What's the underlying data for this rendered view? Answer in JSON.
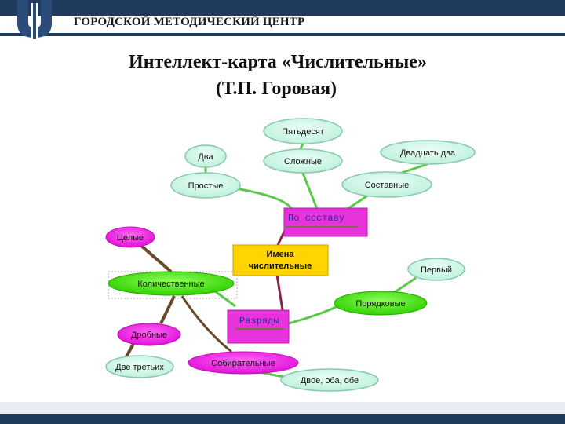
{
  "header": {
    "org": "ГОРОДСКОЙ МЕТОДИЧЕСКИЙ ЦЕНТР"
  },
  "title": {
    "line1": "Интеллект-карта «Числительные»",
    "line2": "(Т.П. Горовая)"
  },
  "mindmap": {
    "center": "Имена числительные",
    "center_line1": "Имена",
    "center_line2": "числительные",
    "by_composition": "По составу",
    "categories": "Разряды",
    "fifty": "Пятьдесят",
    "compound": "Сложные",
    "two": "Два",
    "twenty_two": "Двадцать два",
    "simple": "Простые",
    "composite": "Составные",
    "whole": "Целые",
    "cardinal": "Количественные",
    "first": "Первый",
    "ordinal": "Порядковые",
    "fractional": "Дробные",
    "two_thirds": "Две третьих",
    "collective": "Собирательные",
    "both_examples": "Двое, оба, обе"
  },
  "colors": {
    "bubble_fill": "#cdf6e6",
    "bubble_stroke": "#8ac7b0",
    "green_fill": "#33e100",
    "magenta_fill": "#ee1fe8",
    "yellow_fill": "#ffd400",
    "link_green": "#5cc84a",
    "link_dark": "#6b4a2a",
    "brand_navy": "#1f3a5c"
  }
}
